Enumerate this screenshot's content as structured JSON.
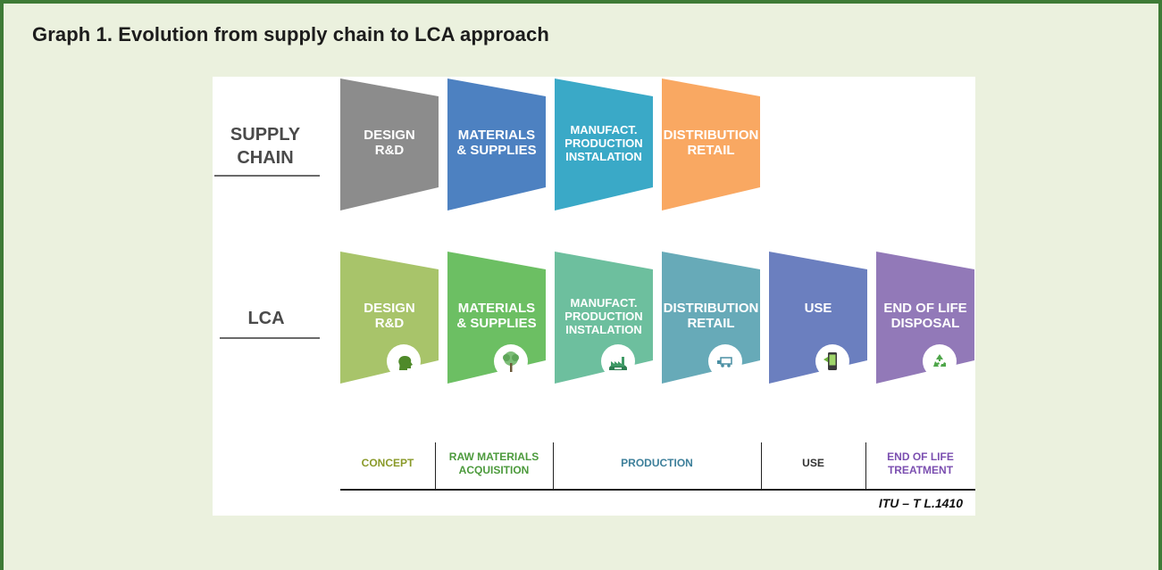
{
  "caption": "Graph 1. Evolution from supply chain to LCA approach",
  "rows": {
    "supply_chain": "SUPPLY\nCHAIN",
    "lca": "LCA"
  },
  "supply_stages": [
    {
      "label": "DESIGN\nR&D",
      "color": "#8c8c8c"
    },
    {
      "label": "MATERIALS\n& SUPPLIES",
      "color": "#4d81c1"
    },
    {
      "label": "MANUFACT.\nPRODUCTION\nINSTALATION",
      "color": "#3aa9c7"
    },
    {
      "label": "DISTRIBUTION\nRETAIL",
      "color": "#f9a862"
    }
  ],
  "lca_stages": [
    {
      "label": "DESIGN\nR&D",
      "color": "#a8c46a",
      "icon": "head-icon"
    },
    {
      "label": "MATERIALS\n& SUPPLIES",
      "color": "#6cbf63",
      "icon": "tree-icon"
    },
    {
      "label": "MANUFACT.\nPRODUCTION\nINSTALATION",
      "color": "#6dbf9e",
      "icon": "factory-icon"
    },
    {
      "label": "DISTRIBUTION\nRETAIL",
      "color": "#67aab8",
      "icon": "truck-icon"
    },
    {
      "label": "USE",
      "color": "#6b7fbf",
      "icon": "phone-icon"
    },
    {
      "label": "END OF LIFE\nDISPOSAL",
      "color": "#9279b8",
      "icon": "recycle-icon"
    }
  ],
  "phases": [
    {
      "label": "CONCEPT",
      "color": "#8a9a2a"
    },
    {
      "label": "RAW MATERIALS\nACQUISITION",
      "color": "#4c9a3c"
    },
    {
      "label": "PRODUCTION",
      "color": "#3d7f9a"
    },
    {
      "label": "USE",
      "color": "#333333"
    },
    {
      "label": "END OF LIFE\nTREATMENT",
      "color": "#7b4fb0"
    }
  ],
  "source": "ITU – T  L.1410"
}
